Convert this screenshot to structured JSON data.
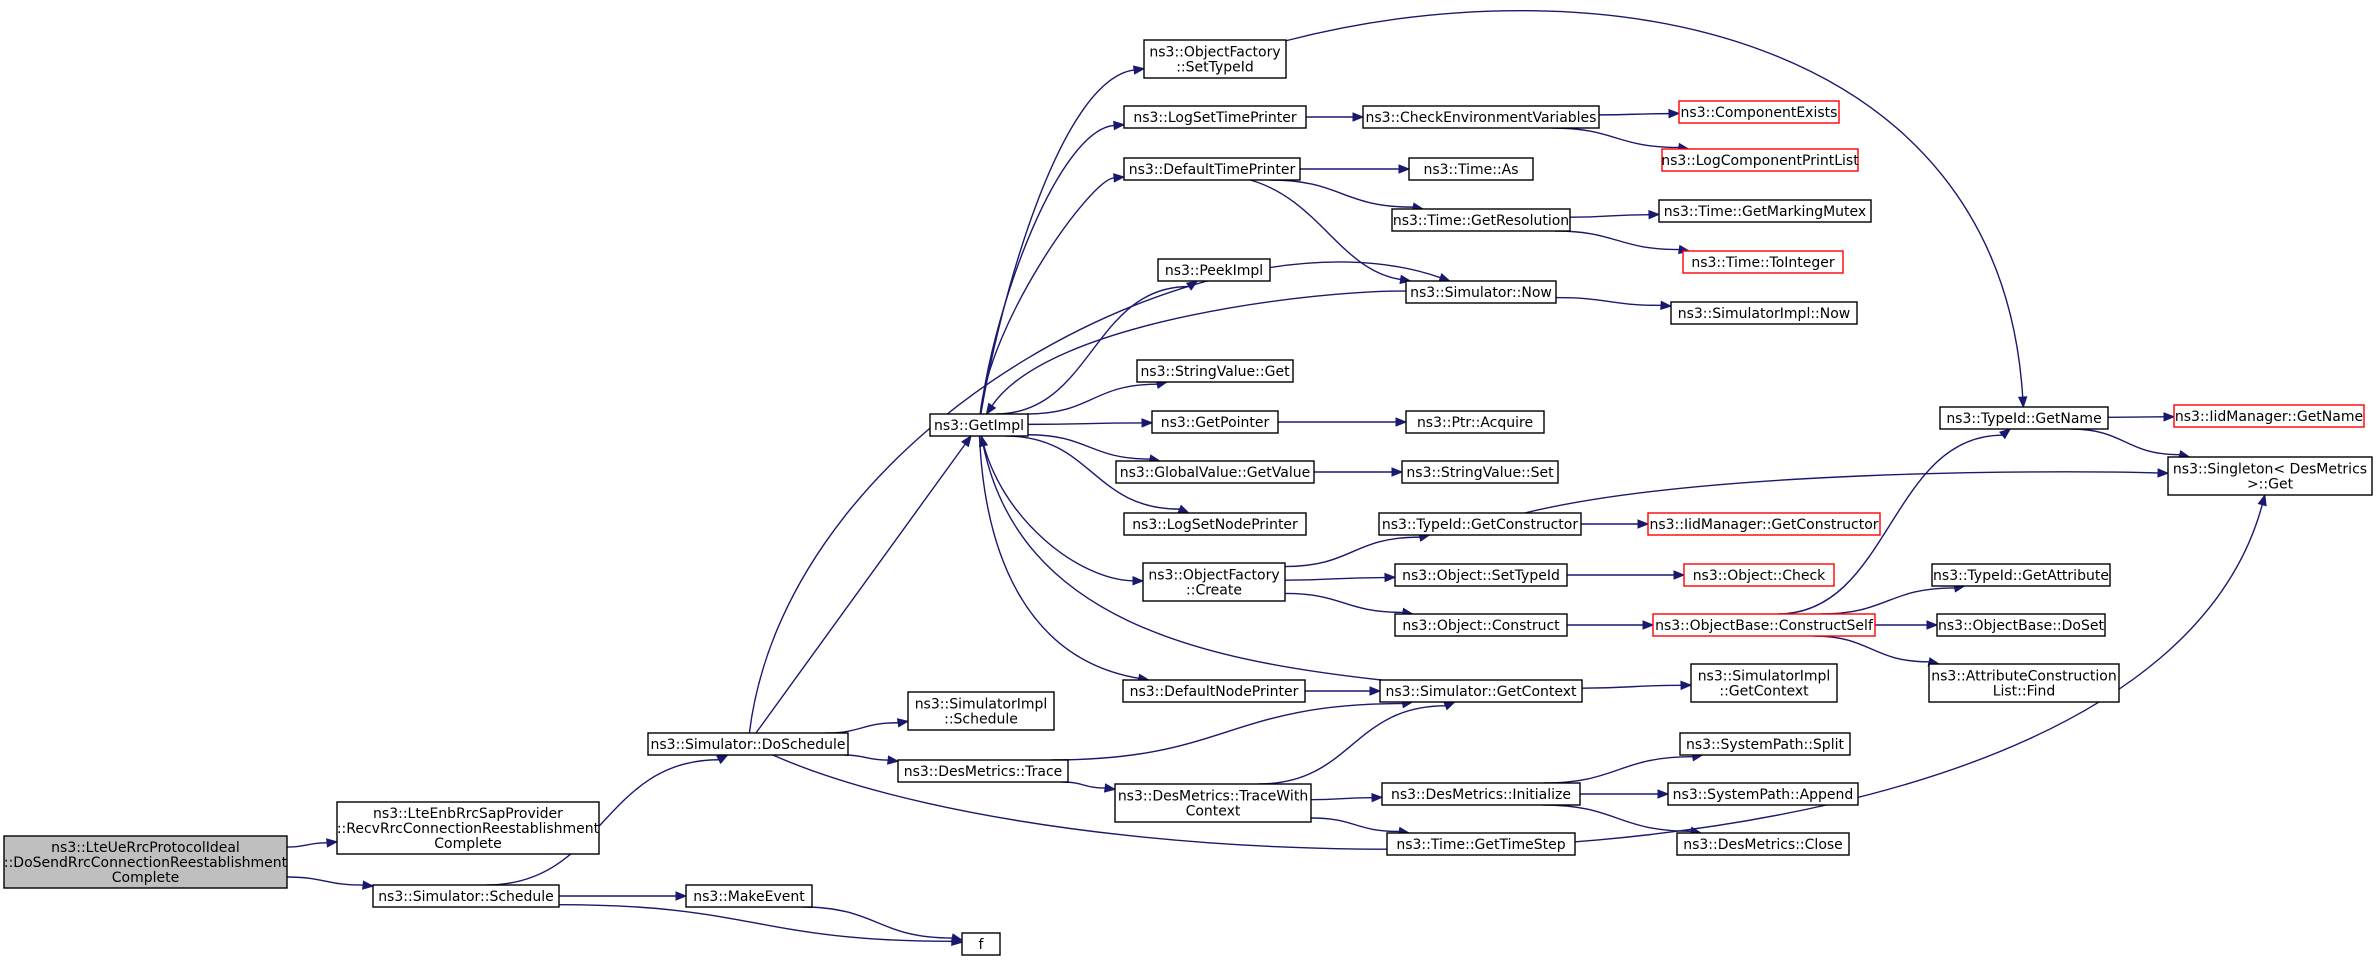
{
  "nodes": [
    {
      "id": "root",
      "lines": [
        "ns3::LteUeRrcProtocolIdeal",
        "::DoSendRrcConnectionReestablishment",
        "Complete"
      ],
      "style": "root"
    },
    {
      "id": "recv",
      "lines": [
        "ns3::LteEnbRrcSapProvider",
        "::RecvRrcConnectionReestablishment",
        "Complete"
      ]
    },
    {
      "id": "schedule",
      "lines": [
        "ns3::Simulator::Schedule"
      ]
    },
    {
      "id": "doschedule",
      "lines": [
        "ns3::Simulator::DoSchedule"
      ]
    },
    {
      "id": "makeevent",
      "lines": [
        "ns3::MakeEvent"
      ]
    },
    {
      "id": "f",
      "lines": [
        "f"
      ]
    },
    {
      "id": "getimpl",
      "lines": [
        "ns3::GetImpl"
      ]
    },
    {
      "id": "simimplschedule",
      "lines": [
        "ns3::SimulatorImpl",
        "::Schedule"
      ]
    },
    {
      "id": "desmetricstrace",
      "lines": [
        "ns3::DesMetrics::Trace"
      ]
    },
    {
      "id": "tracewithcontext",
      "lines": [
        "ns3::DesMetrics::TraceWith",
        "Context"
      ]
    },
    {
      "id": "ofsettypeid",
      "lines": [
        "ns3::ObjectFactory",
        "::SetTypeId"
      ]
    },
    {
      "id": "logsettimeprinter",
      "lines": [
        "ns3::LogSetTimePrinter"
      ]
    },
    {
      "id": "defaulttimeprinter",
      "lines": [
        "ns3::DefaultTimePrinter"
      ]
    },
    {
      "id": "peekimpl",
      "lines": [
        "ns3::PeekImpl"
      ]
    },
    {
      "id": "stringvalueget",
      "lines": [
        "ns3::StringValue::Get"
      ]
    },
    {
      "id": "getpointer",
      "lines": [
        "ns3::GetPointer"
      ]
    },
    {
      "id": "globalvaluegetvalue",
      "lines": [
        "ns3::GlobalValue::GetValue"
      ]
    },
    {
      "id": "logsetnodeprinter",
      "lines": [
        "ns3::LogSetNodePrinter"
      ]
    },
    {
      "id": "ofcreate",
      "lines": [
        "ns3::ObjectFactory",
        "::Create"
      ]
    },
    {
      "id": "defaultnodeprinter",
      "lines": [
        "ns3::DefaultNodePrinter"
      ]
    },
    {
      "id": "checkenv",
      "lines": [
        "ns3::CheckEnvironmentVariables"
      ]
    },
    {
      "id": "timeas",
      "lines": [
        "ns3::Time::As"
      ]
    },
    {
      "id": "timegetresolution",
      "lines": [
        "ns3::Time::GetResolution"
      ]
    },
    {
      "id": "simnow",
      "lines": [
        "ns3::Simulator::Now"
      ]
    },
    {
      "id": "ptracquire",
      "lines": [
        "ns3::Ptr::Acquire"
      ]
    },
    {
      "id": "stringvalueset",
      "lines": [
        "ns3::StringValue::Set"
      ]
    },
    {
      "id": "typeidgetconstructor",
      "lines": [
        "ns3::TypeId::GetConstructor"
      ]
    },
    {
      "id": "objectsettypeid",
      "lines": [
        "ns3::Object::SetTypeId"
      ]
    },
    {
      "id": "objectconstruct",
      "lines": [
        "ns3::Object::Construct"
      ]
    },
    {
      "id": "simgetcontext",
      "lines": [
        "ns3::Simulator::GetContext"
      ]
    },
    {
      "id": "desinit",
      "lines": [
        "ns3::DesMetrics::Initialize"
      ]
    },
    {
      "id": "timegettimestep",
      "lines": [
        "ns3::Time::GetTimeStep"
      ]
    },
    {
      "id": "componentexists",
      "lines": [
        "ns3::ComponentExists"
      ],
      "style": "trunc"
    },
    {
      "id": "logcomponentprintlist",
      "lines": [
        "ns3::LogComponentPrintList"
      ],
      "style": "trunc"
    },
    {
      "id": "timegetmarkingmutex",
      "lines": [
        "ns3::Time::GetMarkingMutex"
      ]
    },
    {
      "id": "timetointeger",
      "lines": [
        "ns3::Time::ToInteger"
      ],
      "style": "trunc"
    },
    {
      "id": "simimplnow",
      "lines": [
        "ns3::SimulatorImpl::Now"
      ]
    },
    {
      "id": "iidgetconstructor",
      "lines": [
        "ns3::IidManager::GetConstructor"
      ],
      "style": "trunc"
    },
    {
      "id": "objectcheck",
      "lines": [
        "ns3::Object::Check"
      ],
      "style": "trunc"
    },
    {
      "id": "constructself",
      "lines": [
        "ns3::ObjectBase::ConstructSelf"
      ],
      "style": "trunc"
    },
    {
      "id": "simimplgetcontext",
      "lines": [
        "ns3::SimulatorImpl",
        "::GetContext"
      ]
    },
    {
      "id": "systempathsplit",
      "lines": [
        "ns3::SystemPath::Split"
      ]
    },
    {
      "id": "systempathappend",
      "lines": [
        "ns3::SystemPath::Append"
      ]
    },
    {
      "id": "desclose",
      "lines": [
        "ns3::DesMetrics::Close"
      ]
    },
    {
      "id": "typeidgetname",
      "lines": [
        "ns3::TypeId::GetName"
      ]
    },
    {
      "id": "iidgetname",
      "lines": [
        "ns3::IidManager::GetName"
      ],
      "style": "trunc"
    },
    {
      "id": "singletonget",
      "lines": [
        "ns3::Singleton< DesMetrics",
        " >::Get"
      ]
    },
    {
      "id": "typeidgetattribute",
      "lines": [
        "ns3::TypeId::GetAttribute"
      ]
    },
    {
      "id": "objectbasedoset",
      "lines": [
        "ns3::ObjectBase::DoSet"
      ]
    },
    {
      "id": "attrconstructionfind",
      "lines": [
        "ns3::AttributeConstruction",
        "List::Find"
      ]
    }
  ],
  "edges": [
    {
      "from": "root",
      "to": "recv"
    },
    {
      "from": "root",
      "to": "schedule"
    },
    {
      "from": "schedule",
      "to": "doschedule"
    },
    {
      "from": "schedule",
      "to": "makeevent"
    },
    {
      "from": "schedule",
      "to": "f"
    },
    {
      "from": "makeevent",
      "to": "f"
    },
    {
      "from": "doschedule",
      "to": "getimpl"
    },
    {
      "from": "doschedule",
      "to": "simnow"
    },
    {
      "from": "doschedule",
      "to": "simimplschedule"
    },
    {
      "from": "doschedule",
      "to": "desmetricstrace"
    },
    {
      "from": "doschedule",
      "to": "singletonget"
    },
    {
      "from": "getimpl",
      "to": "ofsettypeid"
    },
    {
      "from": "getimpl",
      "to": "logsettimeprinter"
    },
    {
      "from": "getimpl",
      "to": "defaulttimeprinter"
    },
    {
      "from": "getimpl",
      "to": "peekimpl"
    },
    {
      "from": "getimpl",
      "to": "stringvalueget"
    },
    {
      "from": "getimpl",
      "to": "getpointer"
    },
    {
      "from": "getimpl",
      "to": "globalvaluegetvalue"
    },
    {
      "from": "getimpl",
      "to": "logsetnodeprinter"
    },
    {
      "from": "getimpl",
      "to": "ofcreate"
    },
    {
      "from": "getimpl",
      "to": "defaultnodeprinter"
    },
    {
      "from": "simnow",
      "to": "getimpl"
    },
    {
      "from": "simgetcontext",
      "to": "getimpl"
    },
    {
      "from": "desmetricstrace",
      "to": "tracewithcontext"
    },
    {
      "from": "desmetricstrace",
      "to": "simgetcontext"
    },
    {
      "from": "tracewithcontext",
      "to": "simgetcontext"
    },
    {
      "from": "tracewithcontext",
      "to": "desinit"
    },
    {
      "from": "tracewithcontext",
      "to": "timegettimestep"
    },
    {
      "from": "ofsettypeid",
      "to": "typeidgetname"
    },
    {
      "from": "logsettimeprinter",
      "to": "checkenv"
    },
    {
      "from": "checkenv",
      "to": "componentexists"
    },
    {
      "from": "checkenv",
      "to": "logcomponentprintlist"
    },
    {
      "from": "defaulttimeprinter",
      "to": "timeas"
    },
    {
      "from": "defaulttimeprinter",
      "to": "timegetresolution"
    },
    {
      "from": "defaulttimeprinter",
      "to": "simnow"
    },
    {
      "from": "timegetresolution",
      "to": "timegetmarkingmutex"
    },
    {
      "from": "timegetresolution",
      "to": "timetointeger"
    },
    {
      "from": "simnow",
      "to": "simimplnow"
    },
    {
      "from": "getpointer",
      "to": "ptracquire"
    },
    {
      "from": "globalvaluegetvalue",
      "to": "stringvalueset"
    },
    {
      "from": "ofcreate",
      "to": "typeidgetconstructor"
    },
    {
      "from": "ofcreate",
      "to": "objectsettypeid"
    },
    {
      "from": "ofcreate",
      "to": "objectconstruct"
    },
    {
      "from": "typeidgetconstructor",
      "to": "iidgetconstructor"
    },
    {
      "from": "typeidgetconstructor",
      "to": "singletonget"
    },
    {
      "from": "objectsettypeid",
      "to": "objectcheck"
    },
    {
      "from": "objectconstruct",
      "to": "constructself"
    },
    {
      "from": "constructself",
      "to": "typeidgetname"
    },
    {
      "from": "constructself",
      "to": "typeidgetattribute"
    },
    {
      "from": "constructself",
      "to": "objectbasedoset"
    },
    {
      "from": "constructself",
      "to": "attrconstructionfind"
    },
    {
      "from": "defaultnodeprinter",
      "to": "simgetcontext"
    },
    {
      "from": "simgetcontext",
      "to": "simimplgetcontext"
    },
    {
      "from": "desinit",
      "to": "systempathsplit"
    },
    {
      "from": "desinit",
      "to": "systempathappend"
    },
    {
      "from": "desinit",
      "to": "desclose"
    },
    {
      "from": "typeidgetname",
      "to": "iidgetname"
    },
    {
      "from": "typeidgetname",
      "to": "singletonget"
    }
  ]
}
